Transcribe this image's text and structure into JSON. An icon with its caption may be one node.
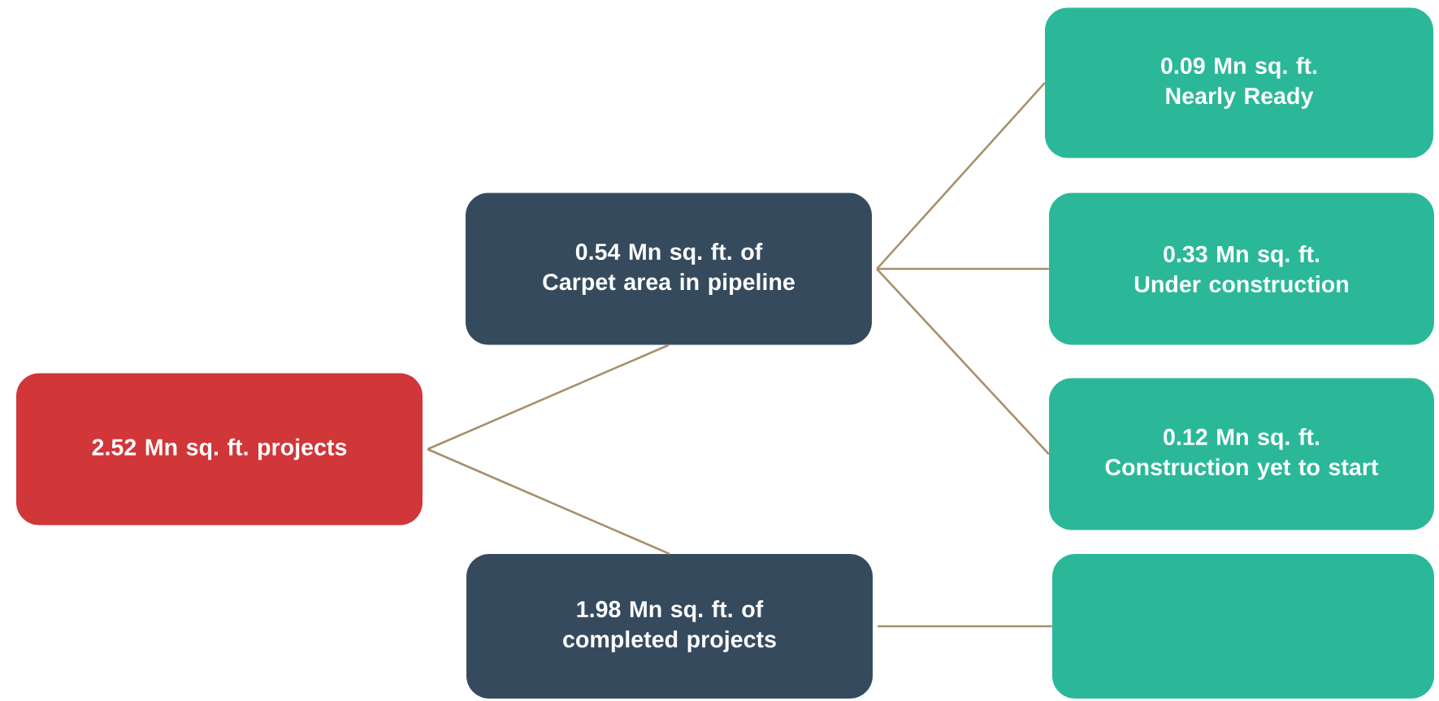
{
  "diagram": {
    "nodes": [
      {
        "text": [
          "2.52 Mn sq. ft. projects"
        ]
      },
      {
        "text": [
          "0.54 Mn sq. ft. of Carpet area in pipeline"
        ]
      },
      {
        "text": [
          "1.98 Mn sq. ft. of completed projects"
        ]
      },
      {
        "text": [
          "0.09 Mn sq. ft.",
          "Nearly Ready"
        ]
      },
      {
        "text": [
          "0.33 Mn sq. ft.",
          "Under construction"
        ]
      },
      {
        "text": [
          "0.12 Mn sq. ft.",
          "Construction yet to start"
        ]
      },
      {
        "text": [],
        "shape": "box"
      }
    ],
    "edges": [
      {
        "from": 0,
        "to": 1,
        "arrow": "none"
      },
      {
        "from": 0,
        "to": 2,
        "arrow": "none"
      },
      {
        "from": 1,
        "to": 3,
        "arrow": "none"
      },
      {
        "from": 1,
        "to": 4,
        "arrow": "none"
      },
      {
        "from": 1,
        "to": 5,
        "arrow": "none"
      },
      {
        "from": 2,
        "to": 6,
        "arrow": "none"
      }
    ]
  }
}
